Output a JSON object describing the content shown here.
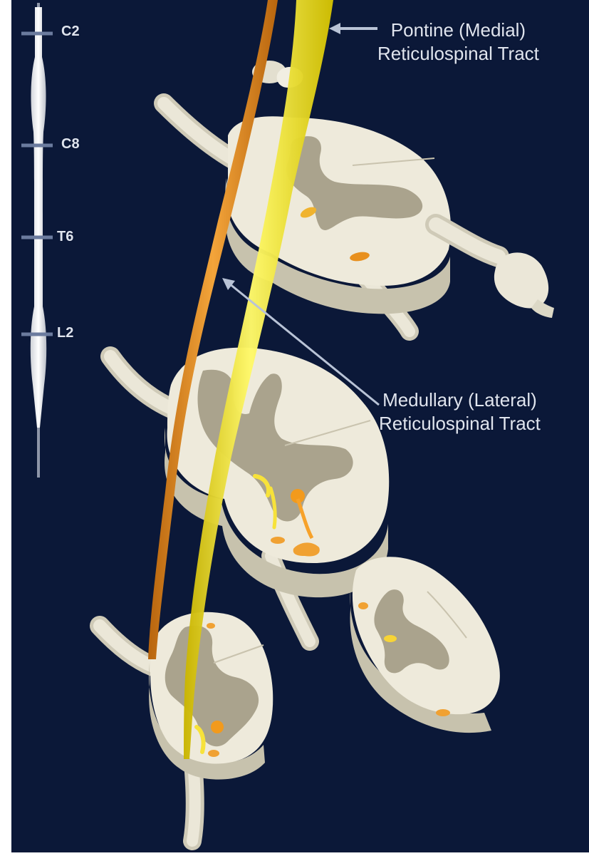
{
  "levels": {
    "c2": "C2",
    "c8": "C8",
    "t6": "T6",
    "l2": "L2"
  },
  "tracts": {
    "pontine": {
      "line1": "Pontine (Medial)",
      "line2": "Reticulospinal Tract",
      "color": "#f3e62a"
    },
    "medullary": {
      "line1": "Medullary (Lateral)",
      "line2": "Reticulospinal Tract",
      "color": "#e0901e"
    }
  },
  "colors": {
    "background": "#0b1838",
    "white_matter": "#eeeadb",
    "gray_matter": "#aaa38d",
    "label_text": "#dfe4ee",
    "pointer_arrow": "#b9c3d6"
  }
}
